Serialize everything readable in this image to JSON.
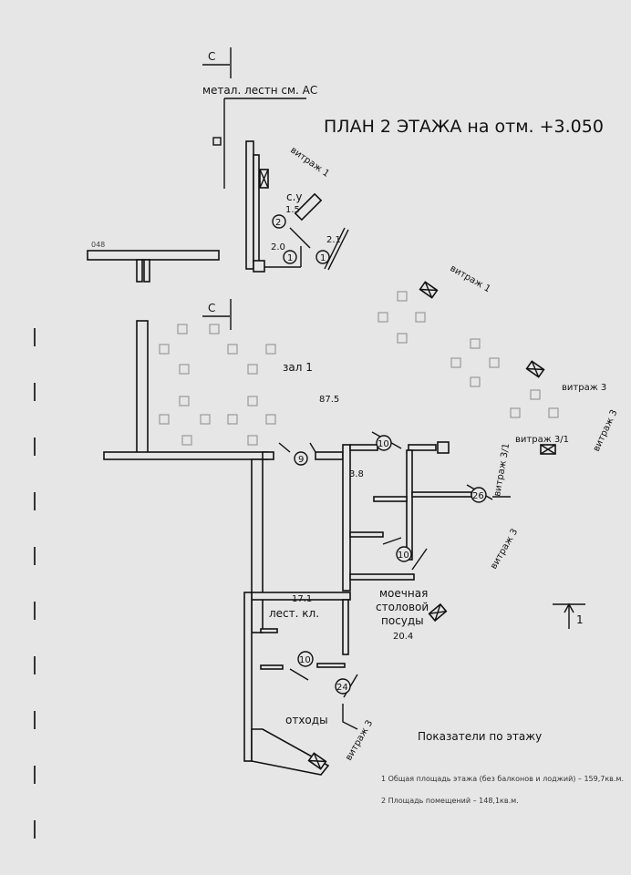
{
  "title": "ПЛАН 2 ЭТАЖА  на отм. +3.050",
  "section_marks": [
    "С",
    "С"
  ],
  "notes": {
    "stair_ref": "метал. лестн см. АС",
    "dim_left": "048"
  },
  "rooms": {
    "wc": {
      "name": "с.у",
      "area": "1.5"
    },
    "hall": {
      "name": "зал 1",
      "area": "87.5"
    },
    "small_room": {
      "area": "3.8"
    },
    "stair": {
      "name": "лест. кл.",
      "area": "17.1"
    },
    "wash": {
      "name_lines": [
        "моечная",
        "столовой",
        "посуды"
      ],
      "area": "20.4"
    },
    "waste": {
      "name": "отходы"
    },
    "area_2_0": "2.0",
    "area_2_1": "2.1"
  },
  "glazing": [
    "витраж 1",
    "витраж 1",
    "витраж 3",
    "витраж 3",
    "витраж 3/1",
    "витраж 3/1",
    "витраж 3",
    "витраж 3"
  ],
  "door_marks": [
    "2",
    "1",
    "1",
    "9",
    "10",
    "26",
    "10",
    "10",
    "24"
  ],
  "north_mark": "1",
  "indicators": {
    "heading": "Показатели по этажу",
    "items": [
      "1  Общая площадь этажа (без балконов и лоджий)  – 159,7кв.м.",
      "2  Площадь помещений  – 148,1кв.м."
    ]
  }
}
